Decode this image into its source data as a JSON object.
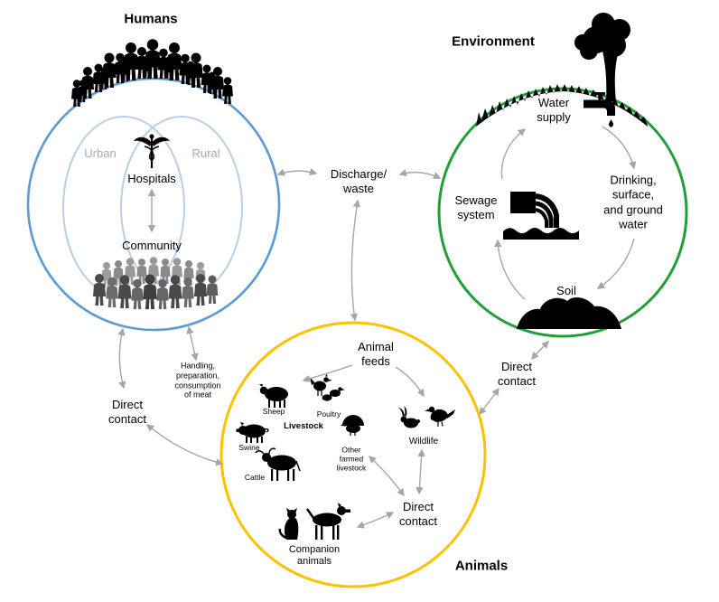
{
  "diagram": {
    "humans": {
      "title": "Humans",
      "urban": "Urban",
      "rural": "Rural",
      "hospitals": "Hospitals",
      "community": "Community"
    },
    "environment": {
      "title": "Environment",
      "water_supply": "Water\nsupply",
      "sewage_system": "Sewage\nsystem",
      "drinking_water": "Drinking,\nsurface,\nand ground\nwater",
      "soil": "Soil"
    },
    "animals": {
      "title": "Animals",
      "animal_feeds": "Animal\nfeeds",
      "livestock": "Livestock",
      "sheep": "Sheep",
      "poultry": "Poultry",
      "swine": "Swine",
      "cattle": "Cattle",
      "other_farmed_livestock": "Other\nfarmed\nlivestock",
      "wildlife": "Wildlife",
      "companion_animals": "Companion\nanimals",
      "direct_contact_inner": "Direct\ncontact"
    },
    "links": {
      "discharge_waste": "Discharge/\nwaste",
      "direct_contact_env_animals": "Direct\ncontact",
      "direct_contact_humans_animals": "Direct\ncontact",
      "meat_handling": "Handling,\npreparation,\nconsumption\nof meat"
    }
  },
  "colors": {
    "humans_circle": "#5b9bd5",
    "humans_inner_ellipses": "#b8cfe8",
    "environment_circle": "#1fa037",
    "animals_circle": "#ffc000",
    "arrow": "#a6a6a6",
    "gray_text": "#a9a9a9",
    "silhouette": "#000000"
  },
  "icons": [
    "humans-crowd-icon",
    "community-crowd-icon",
    "caduceus-icon",
    "grass-icon",
    "tree-icon",
    "faucet-icon",
    "water-drop-icon",
    "sewage-pipe-icon",
    "soil-mound-icon",
    "sheep-icon",
    "poultry-icon",
    "swine-icon",
    "cattle-icon",
    "turkey-icon",
    "rabbit-icon",
    "crow-icon",
    "cat-icon",
    "dog-icon"
  ]
}
